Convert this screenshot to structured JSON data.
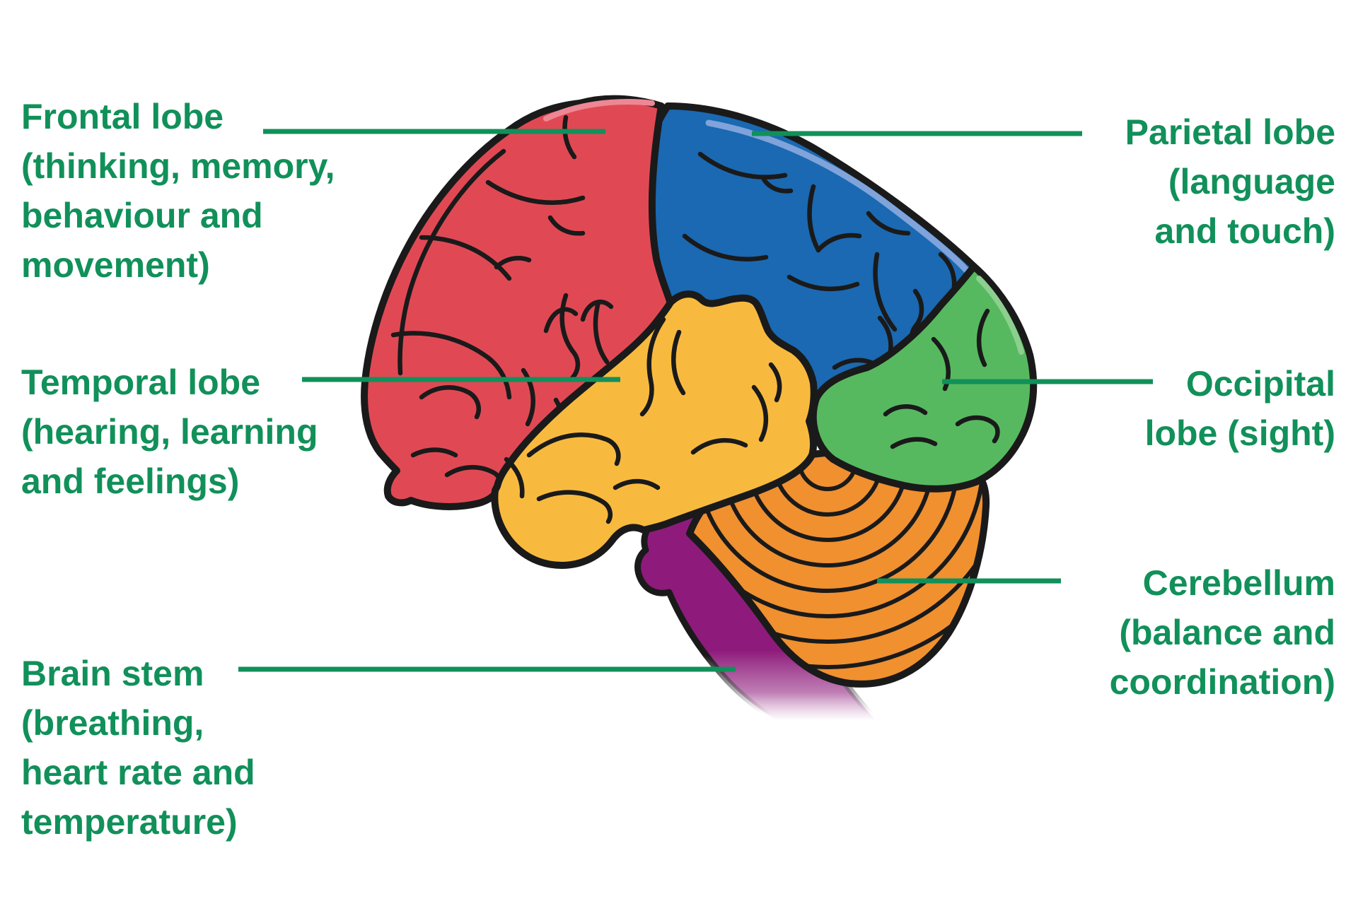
{
  "diagram": {
    "type": "labeled-anatomy-diagram",
    "subject": "Human brain, side view, lobes colour-coded",
    "background": "#ffffff",
    "accent_green": "#11905A",
    "outline_color": "#1A1A1A",
    "regions": {
      "frontal": {
        "name": "Frontal lobe",
        "function": "thinking, memory, behaviour and movement",
        "color": "#E04954",
        "highlight": "#EE8794"
      },
      "parietal": {
        "name": "Parietal lobe",
        "function": "language and touch",
        "color": "#1A69B2",
        "highlight": "#7FA3DA"
      },
      "temporal": {
        "name": "Temporal lobe",
        "function": "hearing, learning and feelings",
        "color": "#F8BA3E"
      },
      "occipital": {
        "name": "Occipital lobe",
        "function": "sight",
        "color": "#57B95F",
        "highlight": "#8CCF8E"
      },
      "cerebellum": {
        "name": "Cerebellum",
        "function": "balance and coordination",
        "color": "#F0902F"
      },
      "brain_stem": {
        "name": "Brain stem",
        "function": "breathing, heart rate and temperature",
        "color": "#8E1B7B"
      }
    },
    "labels": {
      "frontal": {
        "text": "Frontal lobe\n(thinking, memory,\nbehaviour and\nmovement)"
      },
      "parietal": {
        "text": "Parietal lobe\n(language\nand touch)"
      },
      "temporal": {
        "text": "Temporal lobe\n(hearing, learning\nand feelings)"
      },
      "occipital": {
        "text": "Occipital\nlobe (sight)"
      },
      "cerebellum": {
        "text": "Cerebellum\n(balance and\ncoordination)"
      },
      "brain_stem": {
        "text": "Brain stem\n(breathing,\nheart rate and\ntemperature)"
      }
    }
  }
}
